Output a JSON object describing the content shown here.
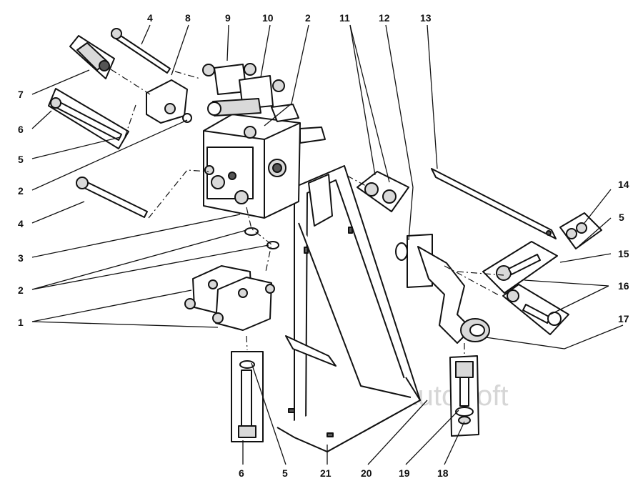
{
  "watermark": "AutoSoft",
  "callouts": [
    {
      "id": "c4-top",
      "text": "4"
    },
    {
      "id": "c8",
      "text": "8"
    },
    {
      "id": "c9",
      "text": "9"
    },
    {
      "id": "c10",
      "text": "10"
    },
    {
      "id": "c2-top",
      "text": "2"
    },
    {
      "id": "c11",
      "text": "11"
    },
    {
      "id": "c12",
      "text": "12"
    },
    {
      "id": "c13",
      "text": "13"
    },
    {
      "id": "c7",
      "text": "7"
    },
    {
      "id": "c6-left",
      "text": "6"
    },
    {
      "id": "c5-left",
      "text": "5"
    },
    {
      "id": "c2-left",
      "text": "2"
    },
    {
      "id": "c4-left",
      "text": "4"
    },
    {
      "id": "c3",
      "text": "3"
    },
    {
      "id": "c2-lower",
      "text": "2"
    },
    {
      "id": "c1",
      "text": "1"
    },
    {
      "id": "c14",
      "text": "14"
    },
    {
      "id": "c5-right",
      "text": "5"
    },
    {
      "id": "c15",
      "text": "15"
    },
    {
      "id": "c16",
      "text": "16"
    },
    {
      "id": "c17",
      "text": "17"
    },
    {
      "id": "c6-bottom",
      "text": "6"
    },
    {
      "id": "c5-bottom",
      "text": "5"
    },
    {
      "id": "c21",
      "text": "21"
    },
    {
      "id": "c20",
      "text": "20"
    },
    {
      "id": "c19",
      "text": "19"
    },
    {
      "id": "c18",
      "text": "18"
    }
  ]
}
